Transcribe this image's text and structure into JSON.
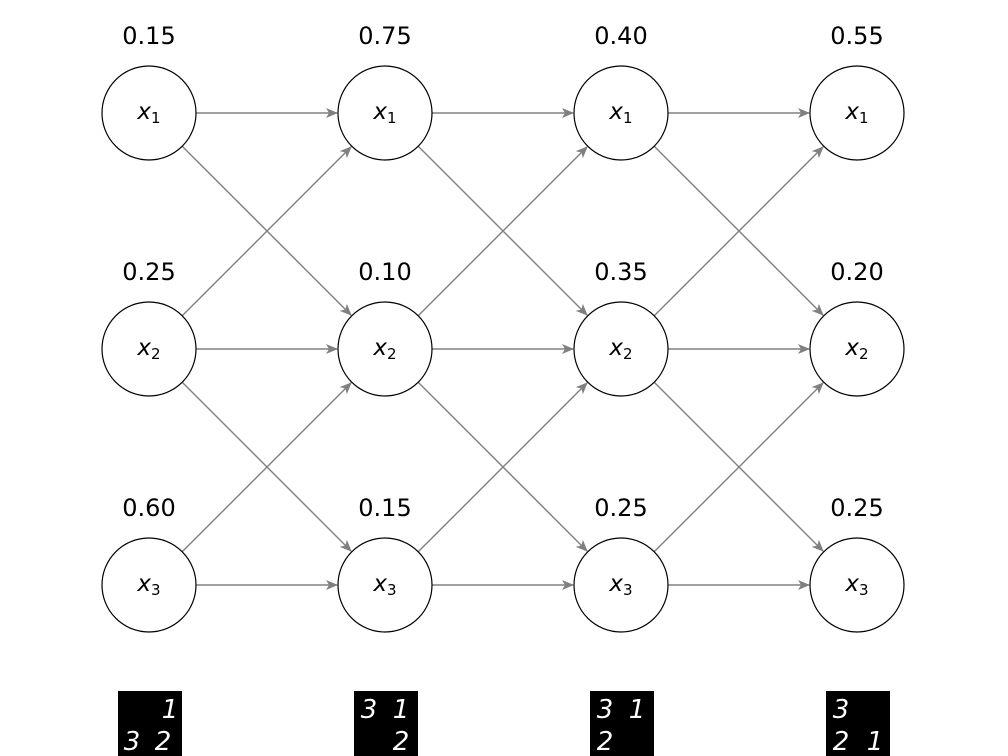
{
  "columns": [
    {
      "nodes": [
        {
          "var": "x",
          "sub": "1",
          "prob": "0.15"
        },
        {
          "var": "x",
          "sub": "2",
          "prob": "0.25"
        },
        {
          "var": "x",
          "sub": "3",
          "prob": "0.60"
        }
      ],
      "digits": {
        "top": "1",
        "bottom_left": "3",
        "bottom_right": "2"
      }
    },
    {
      "nodes": [
        {
          "var": "x",
          "sub": "1",
          "prob": "0.75"
        },
        {
          "var": "x",
          "sub": "2",
          "prob": "0.10"
        },
        {
          "var": "x",
          "sub": "3",
          "prob": "0.15"
        }
      ],
      "digits": {
        "top_left": "3",
        "top_right": "1",
        "bottom_right": "2"
      }
    },
    {
      "nodes": [
        {
          "var": "x",
          "sub": "1",
          "prob": "0.40"
        },
        {
          "var": "x",
          "sub": "2",
          "prob": "0.35"
        },
        {
          "var": "x",
          "sub": "3",
          "prob": "0.25"
        }
      ],
      "digits": {
        "top_left": "3",
        "top_right": "1",
        "bottom_left": "2"
      }
    },
    {
      "nodes": [
        {
          "var": "x",
          "sub": "1",
          "prob": "0.55"
        },
        {
          "var": "x",
          "sub": "2",
          "prob": "0.20"
        },
        {
          "var": "x",
          "sub": "3",
          "prob": "0.25"
        }
      ],
      "digits": {
        "top_left": "3",
        "bottom_left": "2",
        "bottom_right": "1"
      }
    }
  ],
  "edge_color": "#808080",
  "node_stroke": "#000000",
  "thumbnail_background": "#000000"
}
